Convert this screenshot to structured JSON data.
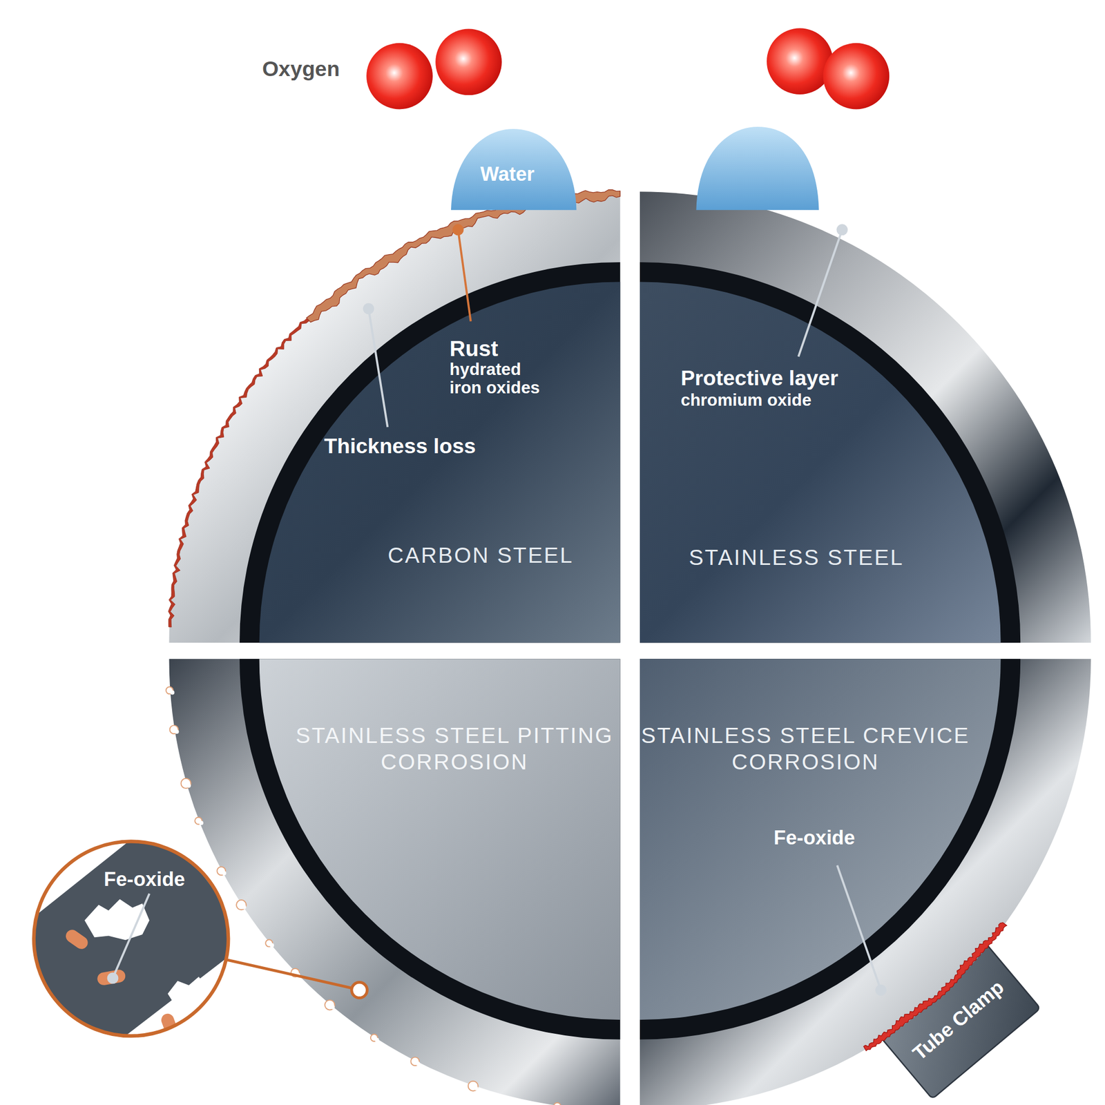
{
  "diagram": {
    "nodes": [
      {
        "text": [
          "Water"
        ]
      },
      {
        "text": [
          "CARBON STEEL"
        ]
      },
      {
        "text": [
          "STAINLESS STEEL"
        ]
      },
      {
        "text": [
          "STAINLESS STEEL PITTING CORROSION"
        ]
      },
      {
        "text": [
          "STAINLESS STEEL CREVICE CORROSION"
        ]
      },
      {
        "text": [
          "Fe-oxide"
        ]
      },
      {
        "text": [
          "Tube Clamp"
        ]
      }
    ],
    "labels": [
      "Oxygen",
      "Rust",
      "hydrated iron oxides",
      "Thickness loss",
      "Protective layer",
      "chromium oxide",
      "Fe-oxide"
    ]
  }
}
